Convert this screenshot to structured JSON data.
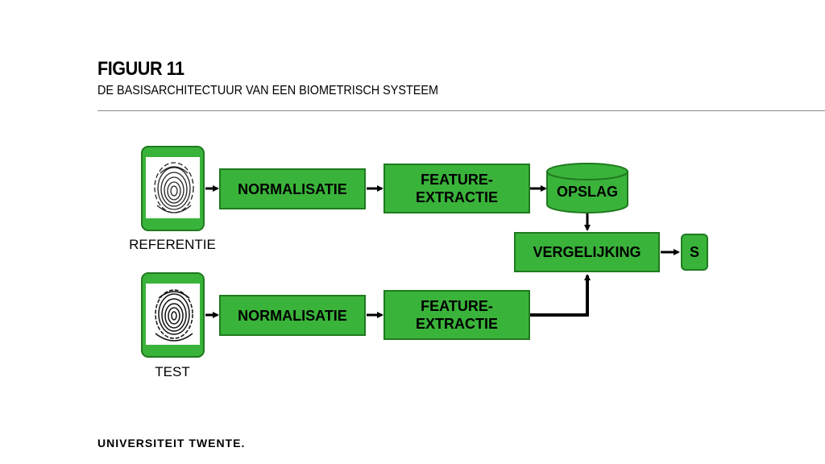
{
  "header": {
    "title": "FIGUUR 11",
    "subtitle": "DE BASISARCHITECTUUR VAN EEN BIOMETRISCH SYSTEEM"
  },
  "diagram": {
    "sensors": [
      {
        "id": "reference",
        "caption": "REFERENTIE",
        "icon": "fingerprint-icon"
      },
      {
        "id": "test",
        "caption": "TEST",
        "icon": "fingerprint-icon"
      }
    ],
    "nodes": {
      "normalization_top": {
        "label": "NORMALISATIE"
      },
      "feature_top": {
        "line1": "FEATURE-",
        "line2": "EXTRACTIE"
      },
      "storage": {
        "label": "OPSLAG"
      },
      "comparison": {
        "label": "VERGELIJKING"
      },
      "score": {
        "label": "S"
      },
      "normalization_bottom": {
        "label": "NORMALISATIE"
      },
      "feature_bottom": {
        "line1": "FEATURE-",
        "line2": "EXTRACTIE"
      }
    },
    "colors": {
      "box_fill": "#3ab33a",
      "box_border": "#1f7a1f",
      "arrow": "#000000"
    }
  },
  "footer": {
    "brand": "UNIVERSITEIT TWENTE."
  }
}
